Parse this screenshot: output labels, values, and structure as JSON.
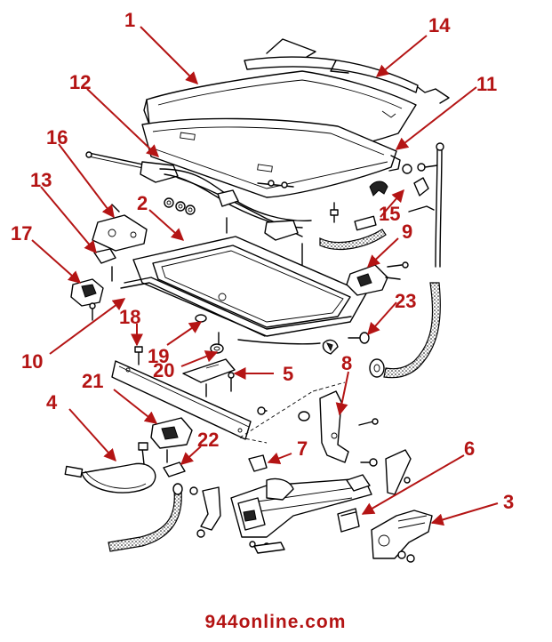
{
  "callouts": {
    "c1": "1",
    "c2": "2",
    "c3": "3",
    "c4": "4",
    "c5": "5",
    "c6": "6",
    "c7": "7",
    "c8": "8",
    "c9": "9",
    "c10": "10",
    "c11": "11",
    "c12": "12",
    "c13": "13",
    "c14": "14",
    "c15": "15",
    "c16": "16",
    "c17": "17",
    "c18": "18",
    "c19": "19",
    "c20": "20",
    "c21": "21",
    "c22": "22",
    "c23": "23"
  },
  "footer": {
    "site": "944online.com"
  },
  "colors": {
    "callout": "#b41414",
    "line_art": "#000000",
    "background": "#ffffff"
  }
}
